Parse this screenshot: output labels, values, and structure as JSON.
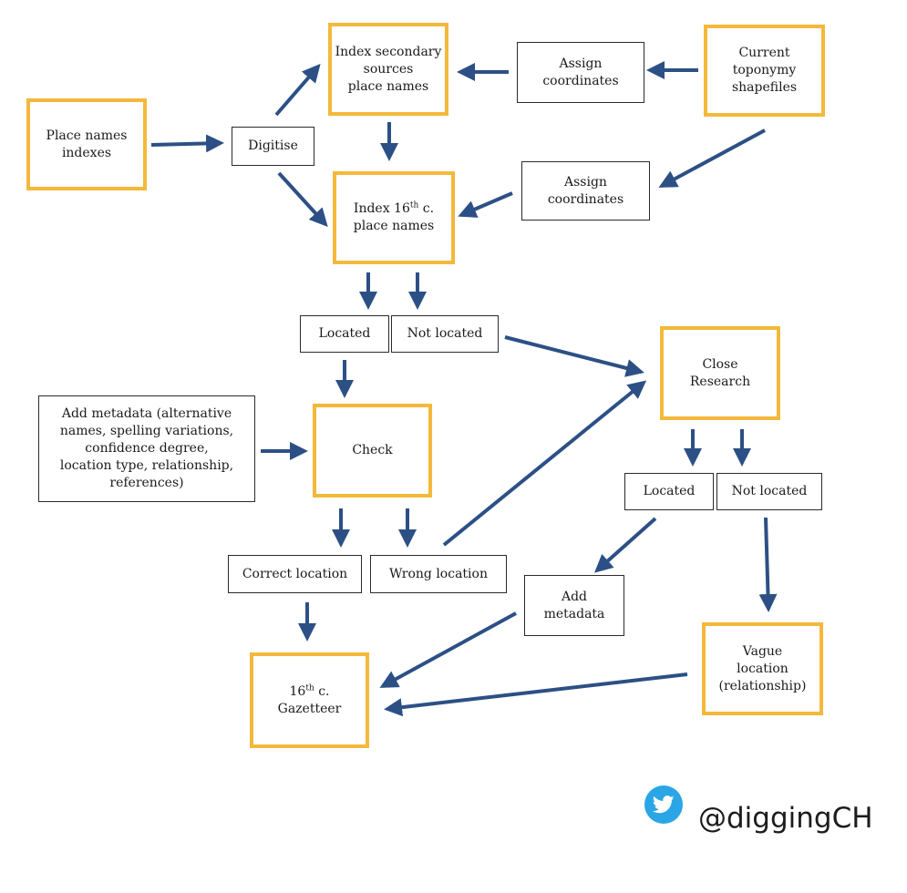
{
  "nodes": {
    "place_names_indexes": "Place names\nindexes",
    "digitise": "Digitise",
    "index_secondary": "Index secondary\nsources\nplace names",
    "assign_coords_top": "Assign\ncoordinates",
    "current_toponymy": "Current\ntoponymy\nshapefiles",
    "assign_coords_mid": "Assign\ncoordinates",
    "index_16c_pre": "Index 16",
    "index_16c_sup": "th",
    "index_16c_post": " c.\nplace names",
    "located_1": "Located",
    "not_located_1": "Not located",
    "close_research": "Close\nResearch",
    "add_metadata_long": "Add metadata (alternative\nnames, spelling variations,\nconfidence degree,\nlocation type, relationship,\nreferences)",
    "check": "Check",
    "located_2": "Located",
    "not_located_2": "Not located",
    "correct_location": "Correct location",
    "wrong_location": "Wrong location",
    "add_metadata_short": "Add\nmetadata",
    "vague_location": "Vague\nlocation\n(relationship)",
    "gazetteer_pre": "16",
    "gazetteer_sup": "th",
    "gazetteer_post": " c.\nGazetteer"
  },
  "colors": {
    "highlight_border": "#f4b93a",
    "arrow": "#2c5085",
    "twitter": "#2aa6e6"
  },
  "social": {
    "icon": "twitter-bird-icon",
    "handle": "@diggingCH"
  }
}
